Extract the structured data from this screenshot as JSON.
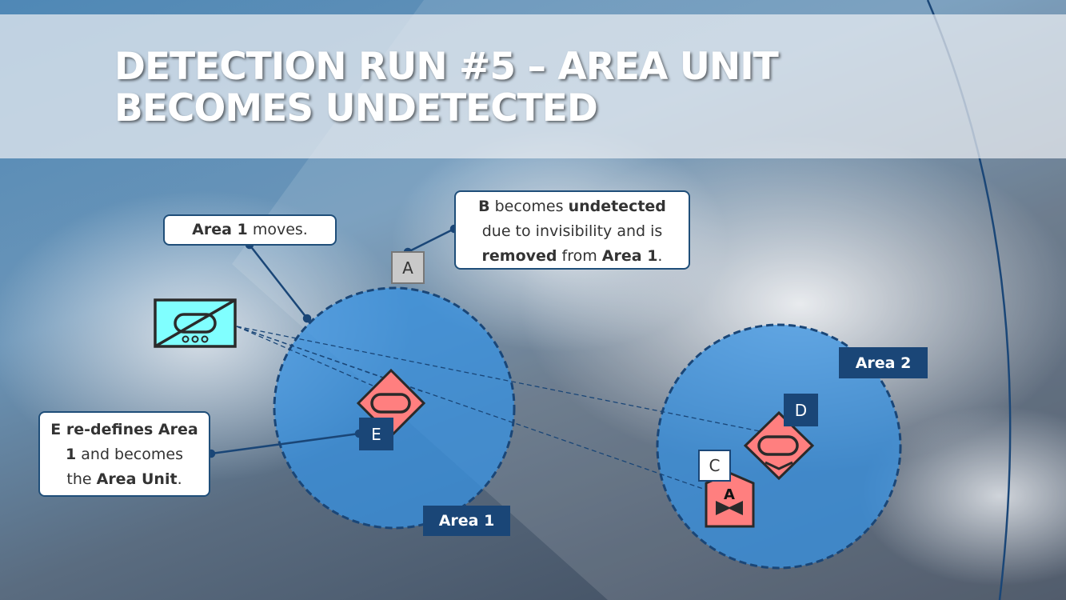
{
  "slide": {
    "title_line1": "DETECTION RUN #5 – AREA UNIT",
    "title_line2": "BECOMES UNDETECTED"
  },
  "callouts": {
    "area_moves": {
      "bold": "Area 1",
      "text": " moves."
    },
    "b_undetected": {
      "b": "B",
      "t1": " becomes ",
      "undetected": "undetected",
      "line2": "due to invisibility and is",
      "removed": "removed",
      "t3": " from ",
      "area": "Area 1",
      "t4": "."
    },
    "e_redefines": {
      "e": "E re-defines Area",
      "one": "1",
      "t2": " and becomes",
      "t3": "the ",
      "unit": "Area Unit",
      "t4": "."
    }
  },
  "labels": {
    "a": "A",
    "c": "C",
    "d": "D",
    "e": "E",
    "area1": "Area 1",
    "area2": "Area 2",
    "symbol_c_letter": "A"
  },
  "colors": {
    "navy": "#1a4677",
    "hostile": "#ff7f7f",
    "sensor": "#80ffff",
    "area_fill": "#3f95e0"
  }
}
